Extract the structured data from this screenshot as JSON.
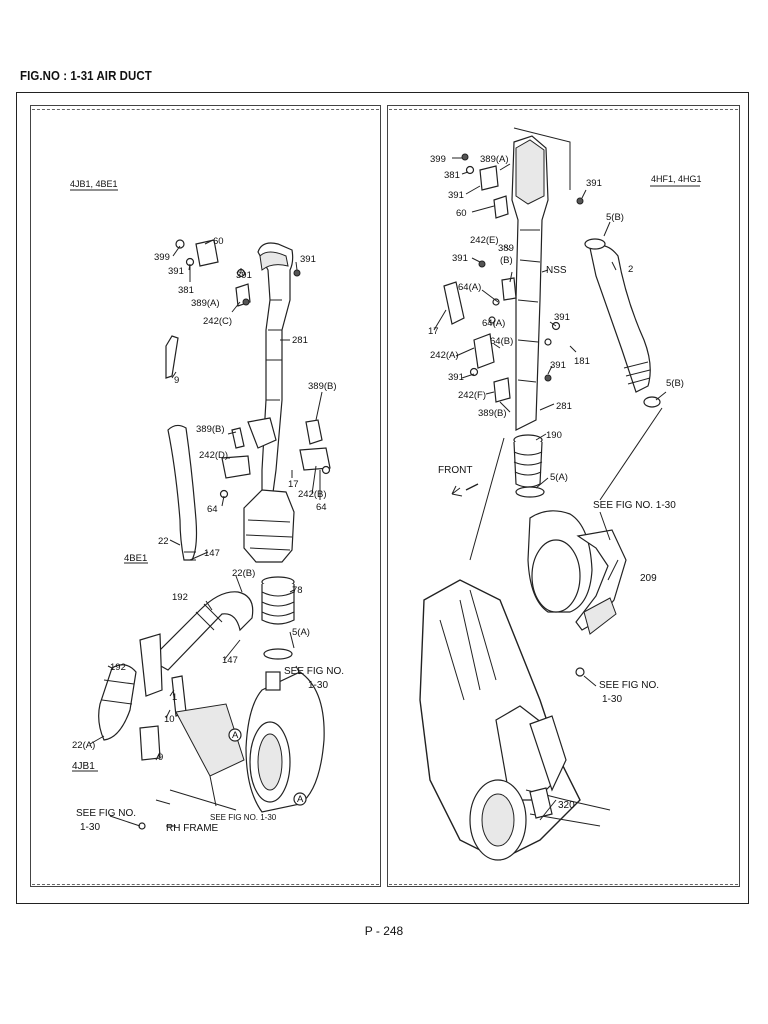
{
  "figure": {
    "title": "FIG.NO : 1-31 AIR DUCT",
    "page_number": "P - 248"
  },
  "left_panel": {
    "header": "4JB1, 4BE1",
    "labels": {
      "p399": "399",
      "p60": "60",
      "p391a": "391",
      "p391b": "391",
      "p391c": "391",
      "p381": "381",
      "p389a": "389(A)",
      "p242c": "242(C)",
      "p281": "281",
      "p9a": "9",
      "p389b_r": "389(B)",
      "p389b_l": "389(B)",
      "p242d": "242(D)",
      "p17": "17",
      "p242b": "242(B)",
      "p64a": "64",
      "p64b": "64",
      "p22": "22",
      "p4be1": "4BE1",
      "p147a": "147",
      "p22b": "22(B)",
      "p78": "78",
      "p192a": "192",
      "p5a": "5(A)",
      "p192b": "192",
      "p147b": "147",
      "p1": "1",
      "p10": "10",
      "seefig_a_line1": "SEE FIG NO.",
      "seefig_a_line2": "1-30",
      "p22a": "22(A)",
      "p4jb1": "4JB1",
      "p9b": "9",
      "circle_a1": "A",
      "circle_a2": "A",
      "seefig_b_line1": "SEE FIG NO.",
      "seefig_b_line2": "1-30",
      "seefig_c": "SEE FIG NO. 1-30",
      "rh_frame": "RH FRAME"
    }
  },
  "right_panel": {
    "header": "4HF1, 4HG1",
    "labels": {
      "p399": "399",
      "p389a": "389(A)",
      "p381": "381",
      "p391a": "391",
      "p60": "60",
      "p391b": "391",
      "p5b_top": "5(B)",
      "p242e": "242(E)",
      "p391c": "391",
      "p389b": "389",
      "p389b_sub": "(B)",
      "pnss": "NSS",
      "p2": "2",
      "p64a_1": "64(A)",
      "p17": "17",
      "p64a_2": "64(A)",
      "p391d": "391",
      "p181": "181",
      "p242a": "242(A)",
      "p64b": "64(B)",
      "p391e": "391",
      "p391f": "391",
      "p242f": "242(F)",
      "p281": "281",
      "p389b2": "389(B)",
      "p5b_bot": "5(B)",
      "p190": "190",
      "front": "FRONT",
      "p5a": "5(A)",
      "seefig_a_line1": "SEE FIG NO. 1-30",
      "p209": "209",
      "seefig_b_line1": "SEE FIG NO.",
      "seefig_b_line2": "1-30",
      "p320": "320"
    }
  }
}
